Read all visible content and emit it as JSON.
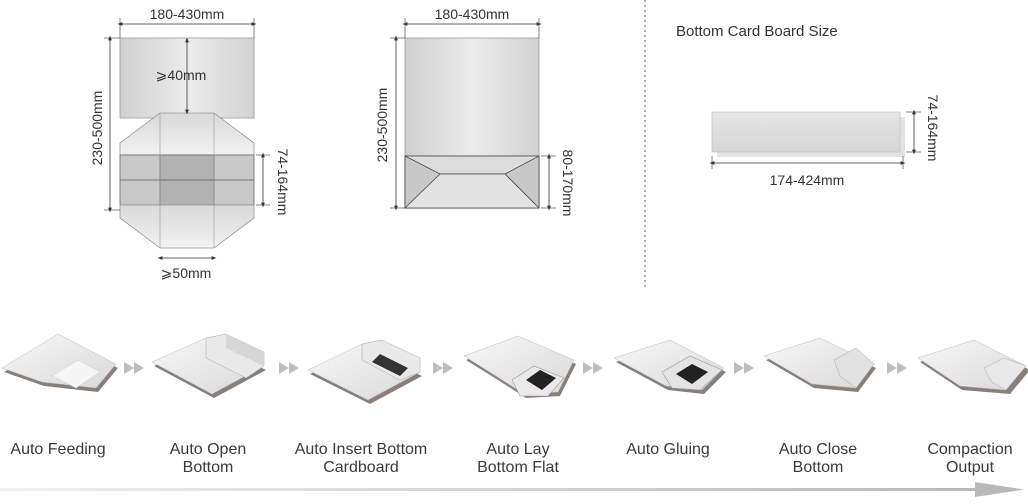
{
  "diagram1": {
    "width_label": "180-430mm",
    "height_label": "230-500mm",
    "top_gap_label": "⩾40mm",
    "band_label": "74-164mm",
    "bottom_label": "⩾50mm"
  },
  "diagram2": {
    "width_label": "180-430mm",
    "height_label": "230-500mm",
    "bottom_label": "80-170mm"
  },
  "cardboard": {
    "title": "Bottom Card Board Size",
    "width_label": "174-424mm",
    "height_label": "74-164mm"
  },
  "process": {
    "steps": [
      {
        "line1": "Auto Feeding",
        "line2": ""
      },
      {
        "line1": "Auto Open",
        "line2": "Bottom"
      },
      {
        "line1": "Auto Insert Bottom",
        "line2": "Cardboard"
      },
      {
        "line1": "Auto Lay",
        "line2": "Bottom Flat"
      },
      {
        "line1": "Auto Gluing",
        "line2": ""
      },
      {
        "line1": "Auto Close",
        "line2": "Bottom"
      },
      {
        "line1": "Compaction",
        "line2": "Output"
      }
    ]
  },
  "colors": {
    "bag_light": "#e6e6e6",
    "bag_dark": "#bdbdbd",
    "line": "#333333",
    "arrow": "#c8c8c8"
  }
}
